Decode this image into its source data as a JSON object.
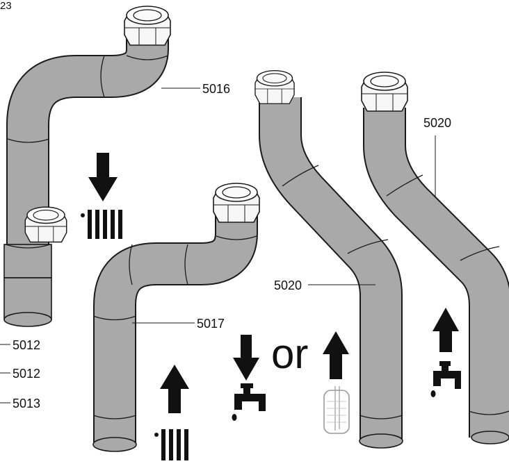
{
  "figure_number": "23",
  "labels": {
    "pipe_upper_left": "5016",
    "pipe_lower_middle": "5017",
    "pipe_straight_middle": "5020",
    "pipe_straight_right": "5020",
    "left_edge_1": "5012",
    "left_edge_2": "5012",
    "left_edge_3": "5013"
  },
  "connector_word": "or",
  "icons": [
    "arrow-down-icon",
    "radiator-icon",
    "arrow-up-icon",
    "radiator-icon",
    "arrow-down-icon",
    "water-tap-icon",
    "arrow-up-icon",
    "water-tank-icon",
    "arrow-up-icon",
    "water-tap-icon",
    "hex-nut-fitting-icon"
  ],
  "colors": {
    "pipe_fill": "#a9a9a9",
    "outline": "#1a1a1a",
    "nut_fill": "#f4f4f4",
    "symbol_ink": "#111111"
  }
}
